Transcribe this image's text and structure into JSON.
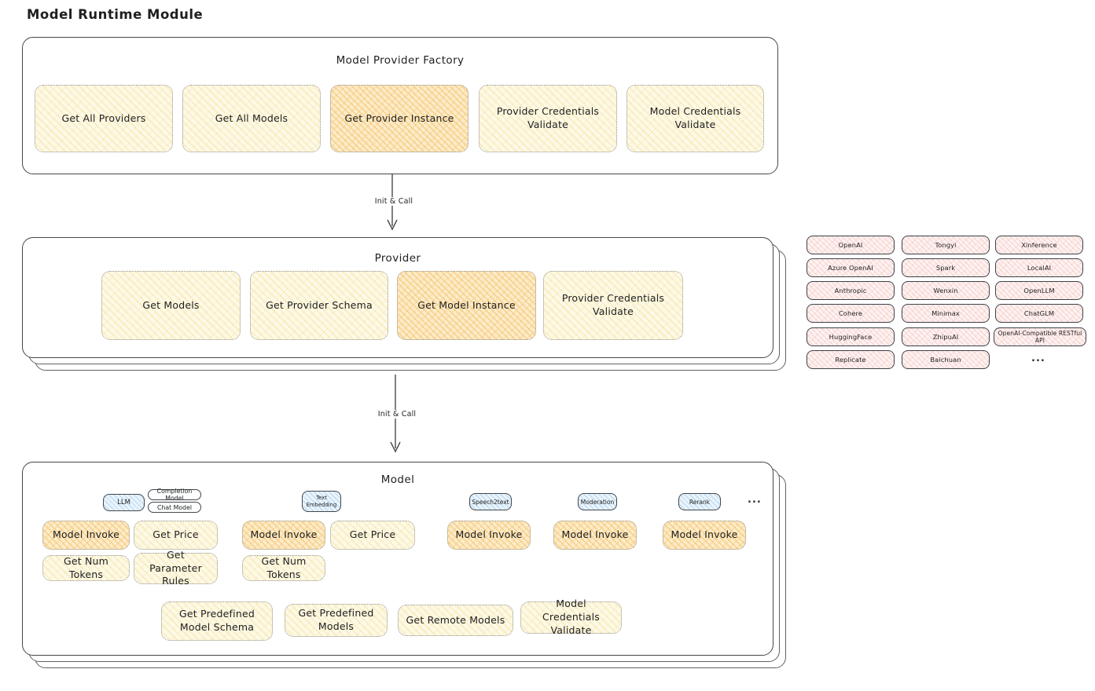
{
  "title": "Model Runtime Module",
  "factory": {
    "title": "Model Provider Factory",
    "nodes": [
      "Get All Providers",
      "Get All Models",
      "Get Provider Instance",
      "Provider Credentials Validate",
      "Model Credentials Validate"
    ]
  },
  "arrows": {
    "label1": "Init & Call",
    "label2": "Init & Call"
  },
  "provider": {
    "title": "Provider",
    "nodes": [
      "Get Models",
      "Get Provider Schema",
      "Get Model Instance",
      "Provider Credentials Validate"
    ]
  },
  "providers_grid": {
    "col1": [
      "OpenAI",
      "Azure OpenAI",
      "Anthropic",
      "Cohere",
      "HuggingFace",
      "Replicate"
    ],
    "col2": [
      "Tongyi",
      "Spark",
      "Wenxin",
      "Minimax",
      "ZhipuAI",
      "Baichuan"
    ],
    "col3": [
      "Xinference",
      "LocalAI",
      "OpenLLM",
      "ChatGLM",
      "OpenAI-Compatible RESTful API"
    ],
    "more": "..."
  },
  "model": {
    "title": "Model",
    "model_types": [
      "LLM",
      "Completion Model",
      "Chat Model",
      "Text Embedding",
      "Speech2text",
      "Moderation",
      "Rerank"
    ],
    "more": "...",
    "node_labels": {
      "model_invoke": "Model Invoke",
      "get_price": "Get Price",
      "get_num_tokens": "Get Num Tokens",
      "get_parameter_rules": "Get Parameter Rules",
      "get_predefined_model_schema": "Get Predefined Model Schema",
      "get_predefined_models": "Get Predefined Models",
      "get_remote_models": "Get Remote Models",
      "model_credentials_validate": "Model Credentials Validate"
    }
  },
  "colors": {
    "node_yellow": "#fdf9e7",
    "node_highlight": "#fceccb",
    "type_blue": "#eaf4fc",
    "provider_pink": "#fdf2f1",
    "ink": "#1f1f1f"
  }
}
